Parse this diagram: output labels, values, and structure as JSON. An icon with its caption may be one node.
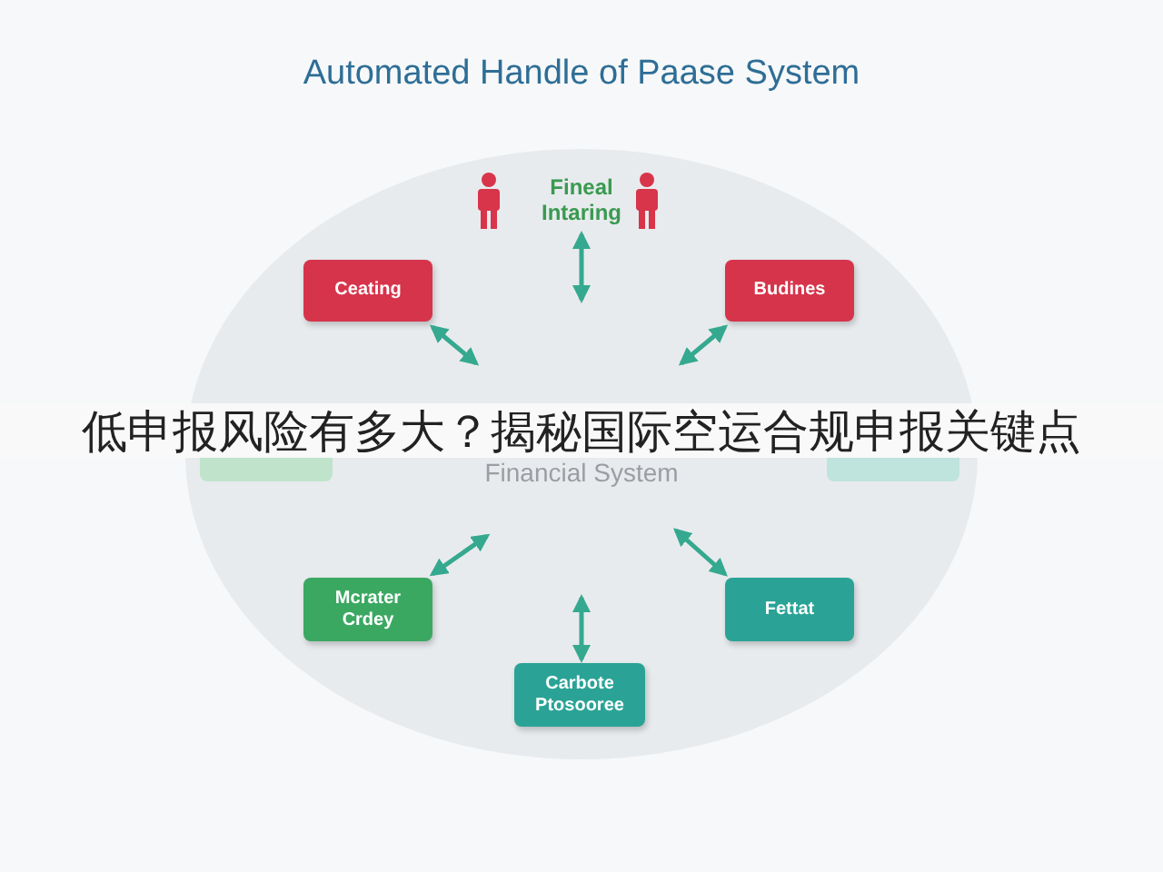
{
  "diagram": {
    "title": "Automated Handle of Paase System",
    "nodes": [
      {
        "text": [
          "Fineal Intaring"
        ]
      },
      {
        "text": [
          "Ceating"
        ]
      },
      {
        "text": [
          "Budines"
        ]
      },
      {
        "text": [],
        "shape": "box"
      },
      {
        "text": [],
        "shape": "box"
      },
      {
        "text": [
          "Mcrater Crdey"
        ]
      },
      {
        "text": [
          "Fettat"
        ]
      },
      {
        "text": [
          "Carbote Ptosooree"
        ]
      }
    ],
    "edges": [
      {
        "from": 0,
        "to": null,
        "arrow": "both"
      },
      {
        "from": 1,
        "to": null,
        "arrow": "both"
      },
      {
        "from": 2,
        "to": null,
        "arrow": "both"
      },
      {
        "from": 5,
        "to": null,
        "arrow": "both"
      },
      {
        "from": 6,
        "to": null,
        "arrow": "both"
      },
      {
        "from": 7,
        "to": null,
        "arrow": "both"
      }
    ],
    "labels": [
      "低申报风险有多大？揭秘国际空运合规申报关键点",
      "Financial System"
    ]
  }
}
